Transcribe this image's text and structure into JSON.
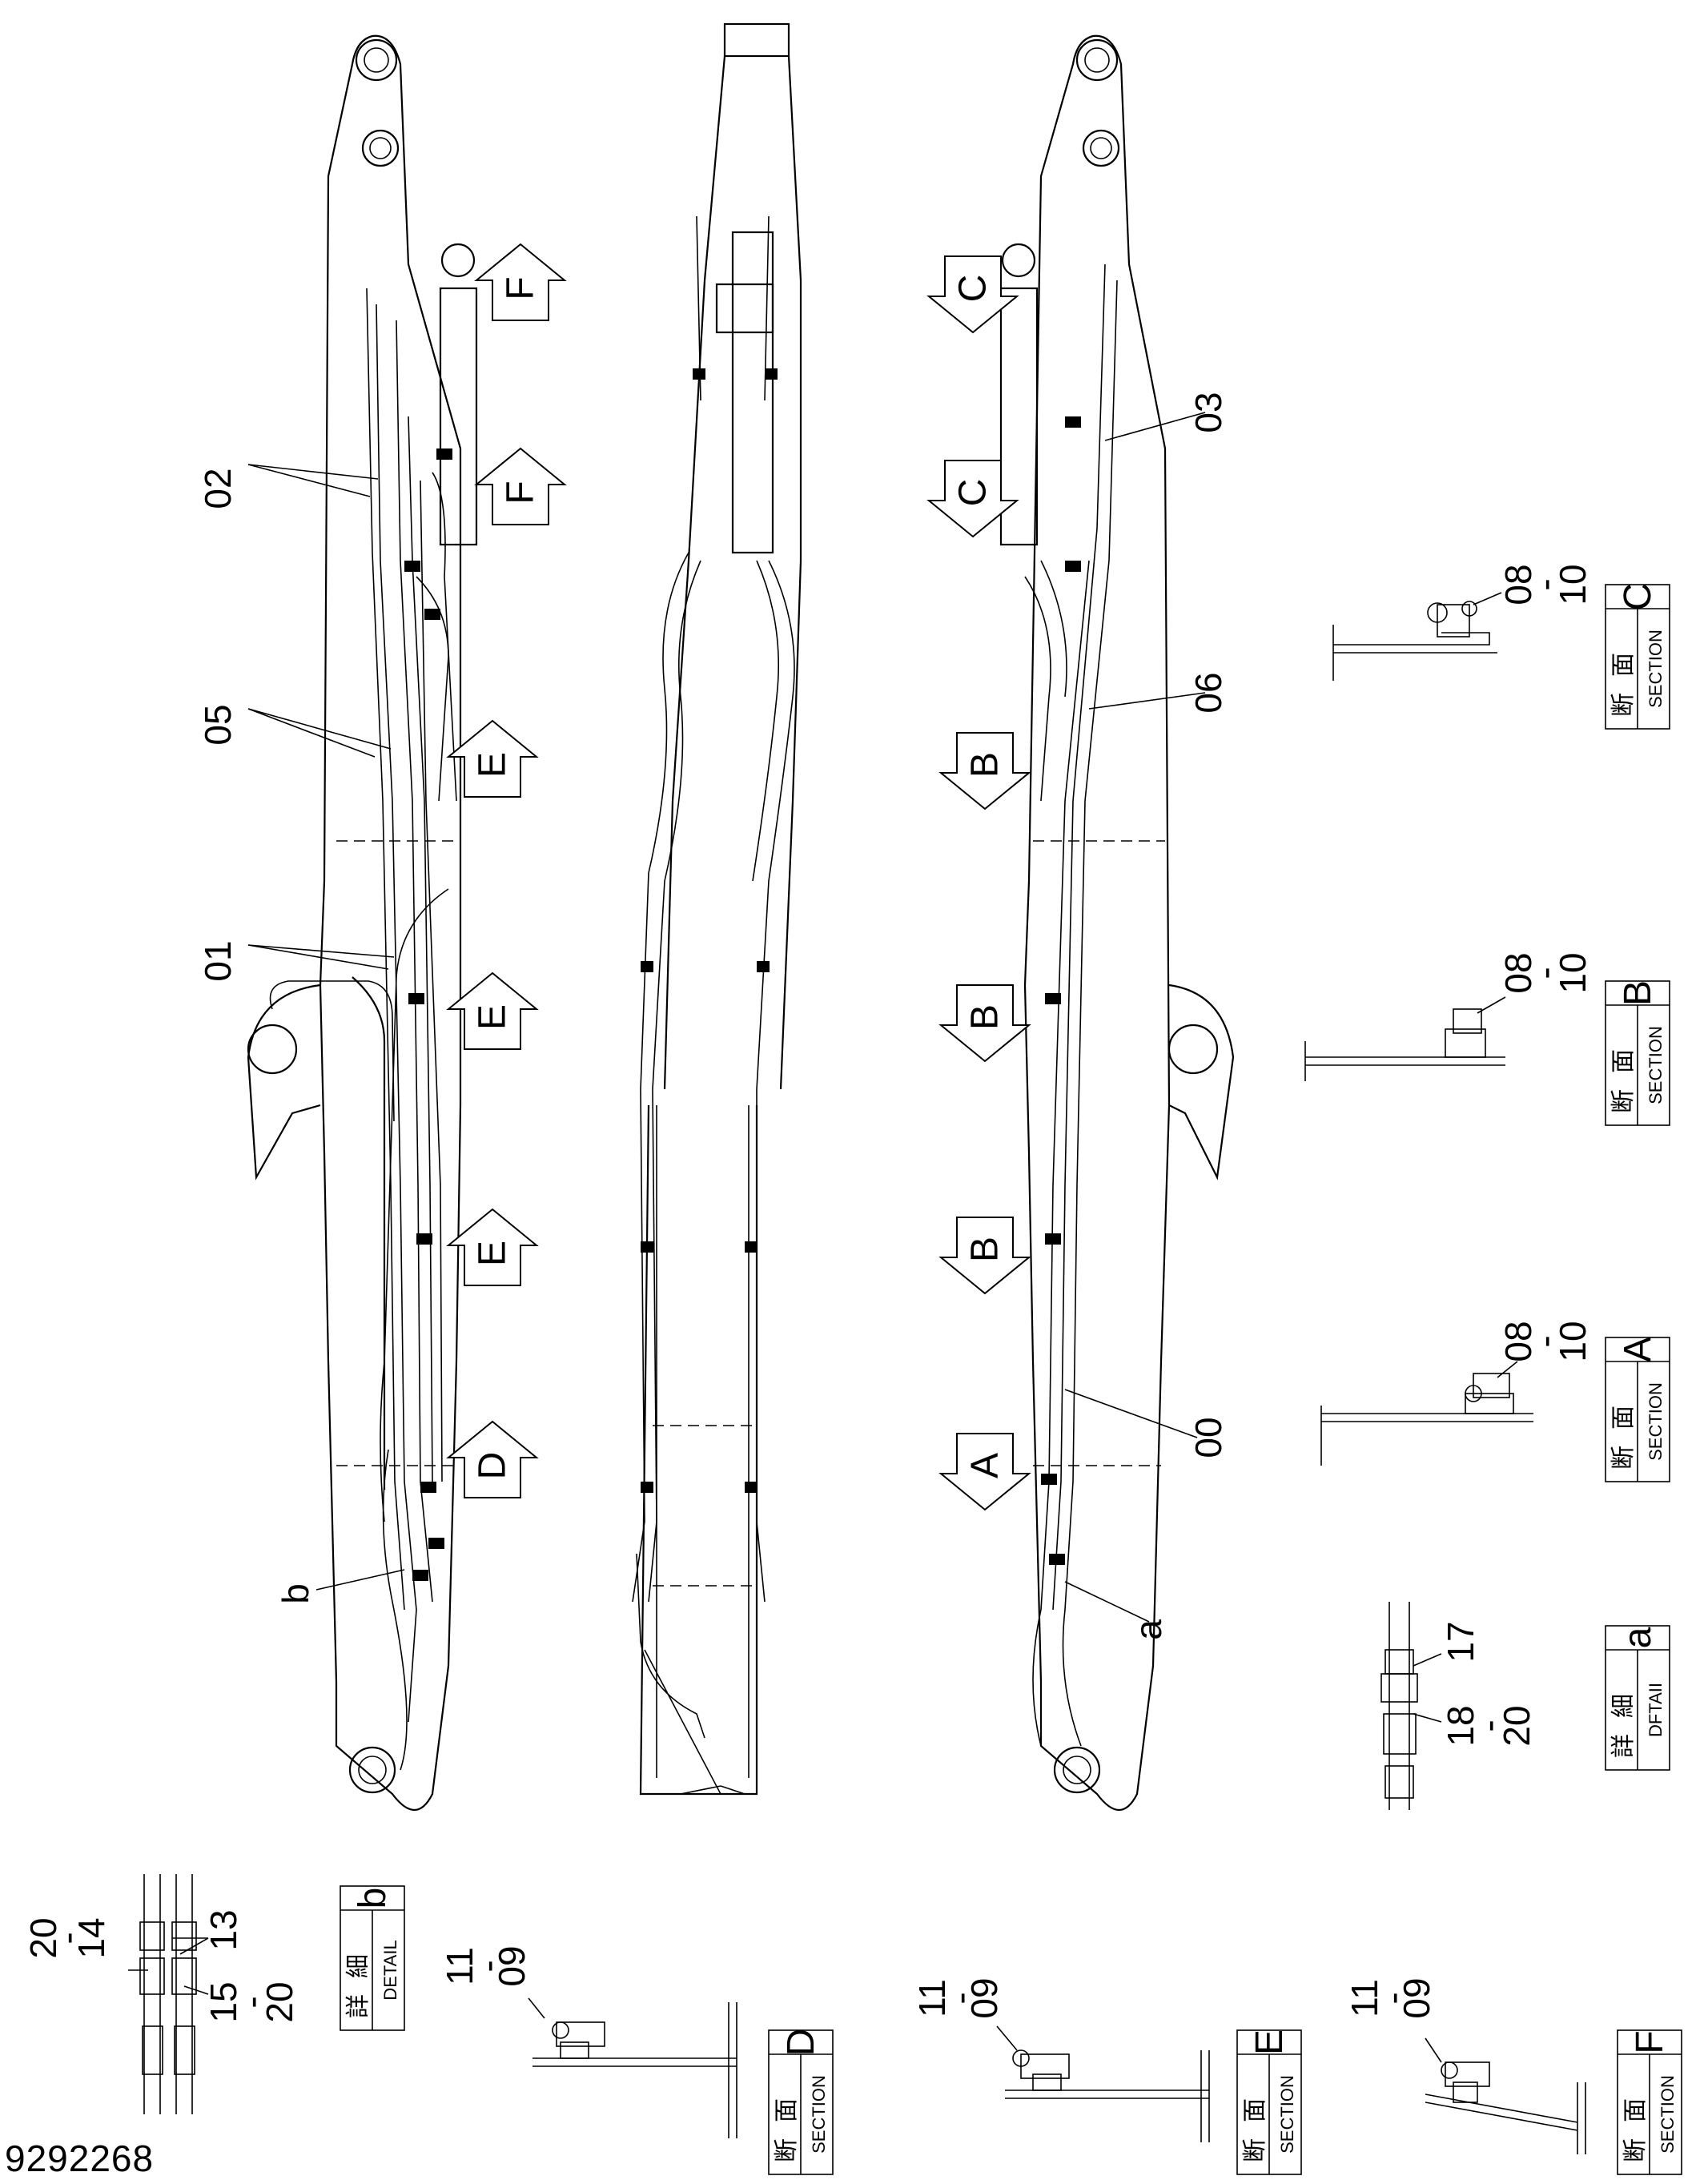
{
  "drawing_number": "9292268",
  "part_callouts": {
    "p00": "00",
    "p01": "01",
    "p02": "02",
    "p03": "03",
    "p05": "05",
    "p06": "06",
    "p08": "08",
    "p09": "09",
    "p10": "10",
    "p11": "11",
    "p13": "13",
    "p14": "14",
    "p15": "15",
    "p17": "17",
    "p18": "18",
    "p20": "20",
    "dash": "-",
    "detail_a_ref": "a",
    "detail_b_ref": "b"
  },
  "section_arrows": {
    "A": "A",
    "B": "B",
    "C": "C",
    "D": "D",
    "E": "E",
    "F": "F"
  },
  "section_boxes": {
    "kanji_section": [
      "断",
      "面"
    ],
    "kanji_detail": [
      "詳",
      "細"
    ],
    "section_word": "SECTION",
    "detail_word_a": "DFTAII",
    "detail_word_b": "DETAIL",
    "letters": {
      "A": "A",
      "B": "B",
      "C": "C",
      "D": "D",
      "E": "E",
      "F": "F",
      "a": "a",
      "b": "b"
    }
  }
}
